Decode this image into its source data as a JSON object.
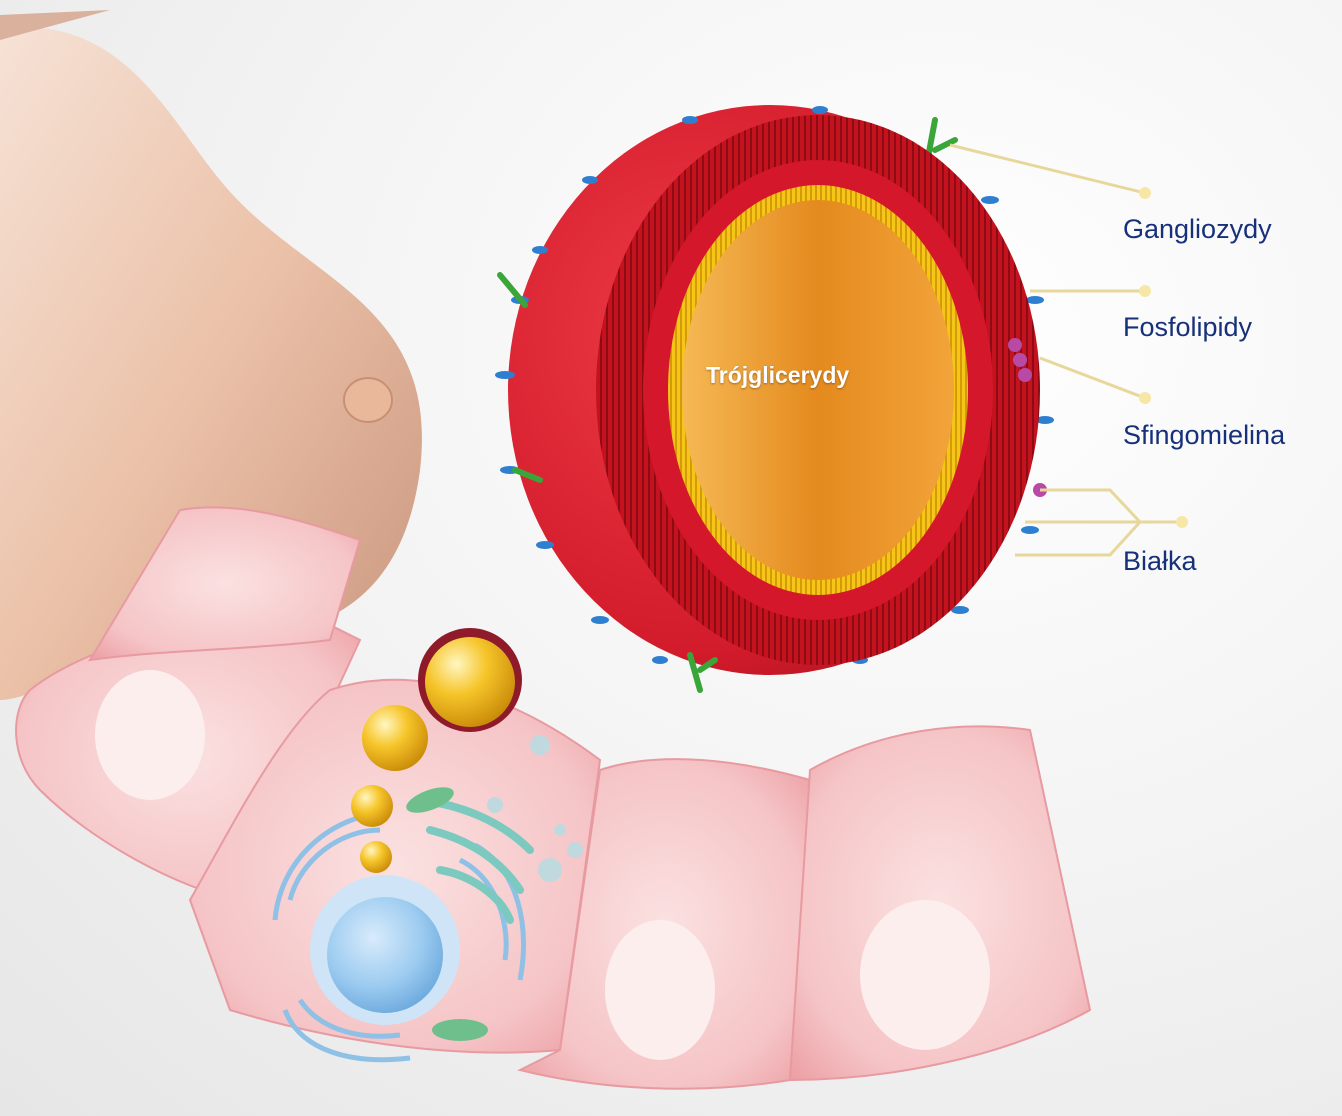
{
  "diagram": {
    "core_label": "Trójglicerydy",
    "labels": [
      {
        "id": "gangliosides",
        "text": "Gangliozydy"
      },
      {
        "id": "phospholipids",
        "text": "Fosfolipidy"
      },
      {
        "id": "sphingomyelin",
        "text": "Sfingomielina"
      },
      {
        "id": "proteins",
        "text": "Białka"
      }
    ],
    "colors": {
      "label_text": "#16307a",
      "leader_line": "#e8d79a",
      "membrane_red": "#d4172a",
      "core_orange": "#f0a12e",
      "inner_yellow": "#f5c518",
      "protein_blue": "#2f7fd0",
      "ganglioside_green": "#3aa63a",
      "cell_pink": "#f6c3c6"
    }
  }
}
